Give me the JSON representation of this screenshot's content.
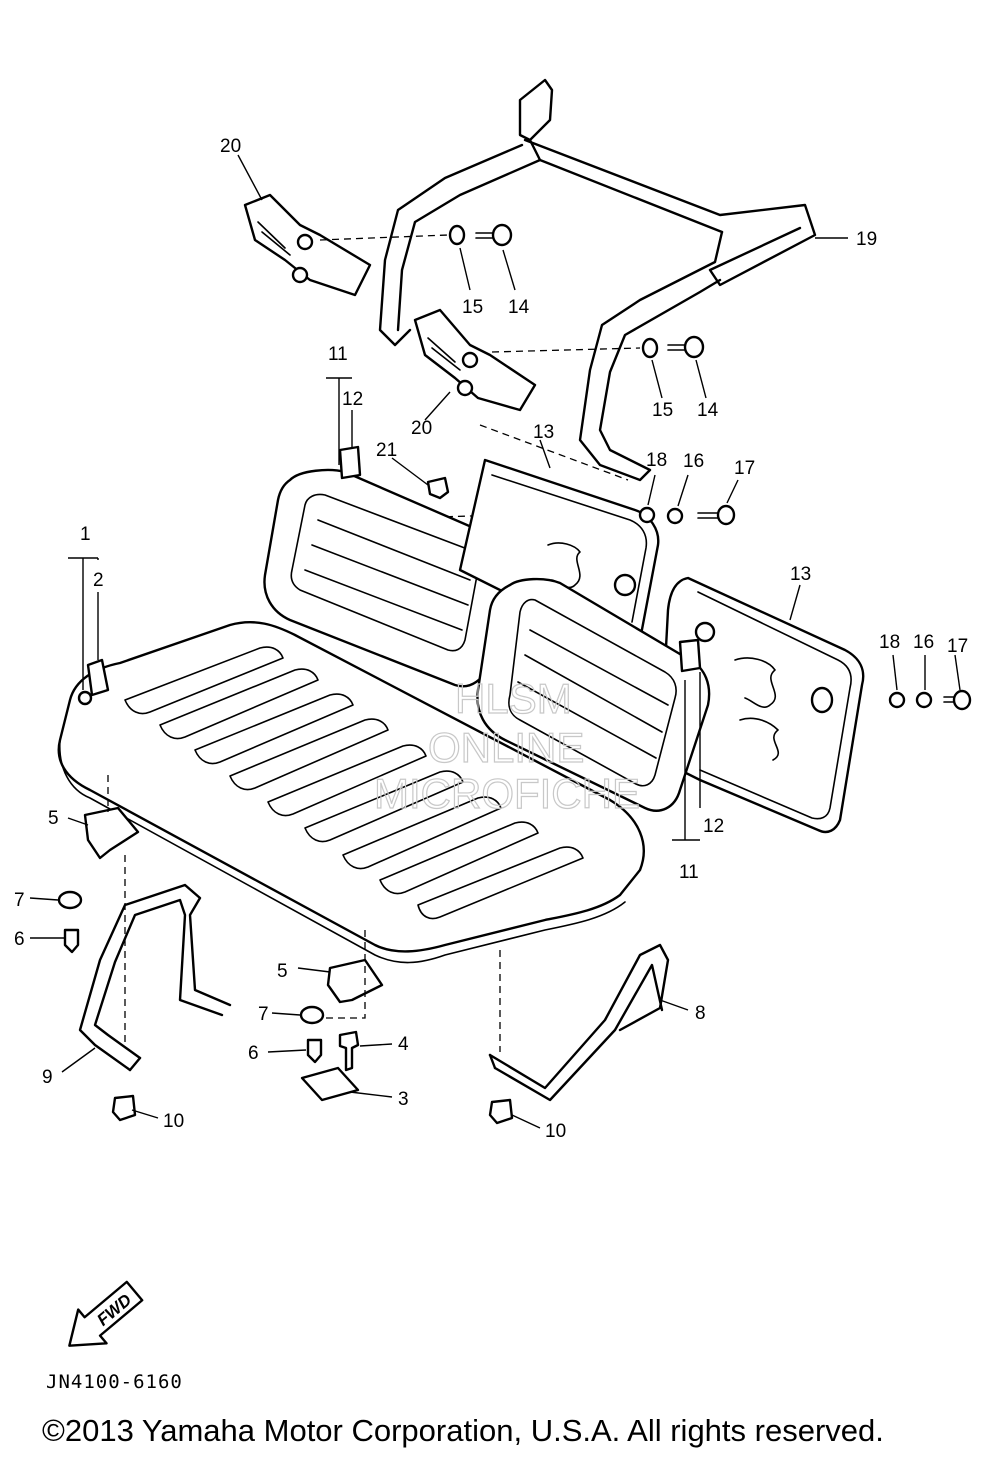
{
  "diagram": {
    "part_numbers": [
      "1",
      "2",
      "3",
      "4",
      "5",
      "5",
      "6",
      "6",
      "7",
      "7",
      "8",
      "9",
      "10",
      "10",
      "11",
      "11",
      "12",
      "12",
      "13",
      "13",
      "14",
      "14",
      "15",
      "15",
      "16",
      "16",
      "17",
      "17",
      "18",
      "18",
      "19",
      "20",
      "20",
      "21"
    ],
    "watermark": [
      "HLSM",
      "ONLINE",
      "MICROFICHE"
    ],
    "direction_label": "FWD",
    "document_code": "JN4100-6160",
    "copyright": "©2013 Yamaha Motor Corporation, U.S.A. All rights reserved."
  }
}
